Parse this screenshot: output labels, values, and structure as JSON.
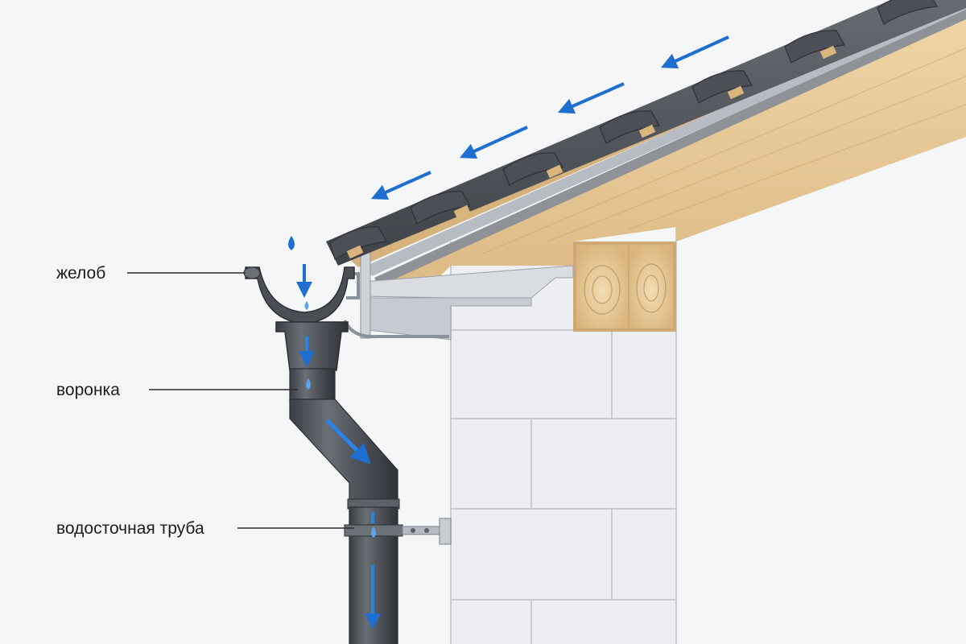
{
  "labels": {
    "gutter": "желоб",
    "funnel": "воронка",
    "downpipe": "водосточная труба"
  },
  "colors": {
    "background": "#f4f6f8",
    "water_arrow": "#1f6fd1",
    "pipe": "#4a4e54",
    "tile": "#5a5e64",
    "wood": "#e7c99a",
    "wall": "#e9ebee"
  }
}
